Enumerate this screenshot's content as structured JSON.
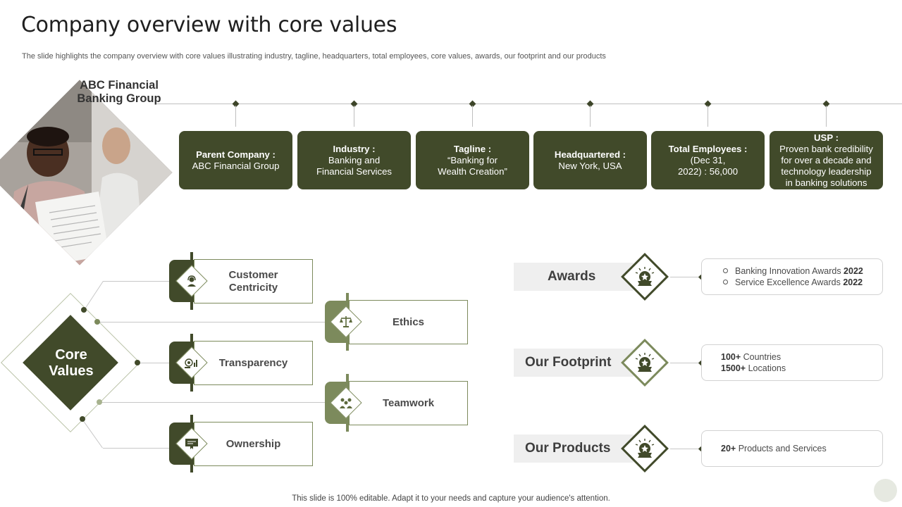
{
  "header": {
    "title": "Company overview with core values",
    "subtitle": "The slide highlights the company overview with core values illustrating industry, tagline, headquarters, total employees, core values, awards, our footprint and our products"
  },
  "company": {
    "name_line1": "ABC Financial",
    "name_line2": "Banking Group"
  },
  "info_boxes": [
    {
      "label": "Parent Company :",
      "lines": [
        "ABC Financial Group"
      ]
    },
    {
      "label": "Industry :",
      "lines": [
        "Banking and",
        "Financial Services"
      ]
    },
    {
      "label": "Tagline :",
      "lines": [
        "“Banking for",
        "Wealth Creation”"
      ]
    },
    {
      "label": "Headquartered :",
      "lines": [
        "New York, USA"
      ]
    },
    {
      "label": "Total Employees :",
      "lines": [
        "(Dec 31,",
        "2022) : 56,000"
      ]
    },
    {
      "label": "USP :",
      "lines": [
        "Proven bank credibility",
        "for over  a decade and",
        "technology leadership",
        "in banking solutions"
      ]
    }
  ],
  "core_values": {
    "line1": "Core",
    "line2": "Values",
    "items": [
      {
        "label_line1": "Customer",
        "label_line2": "Centricity",
        "icon": "headset-user-icon"
      },
      {
        "label_line1": "Ethics",
        "label_line2": "",
        "icon": "scales-icon"
      },
      {
        "label_line1": "Transparency",
        "label_line2": "",
        "icon": "chart-report-icon"
      },
      {
        "label_line1": "Teamwork",
        "label_line2": "",
        "icon": "team-gears-icon"
      },
      {
        "label_line1": "Ownership",
        "label_line2": "",
        "icon": "certificate-icon"
      }
    ]
  },
  "sections": [
    {
      "label": "Awards",
      "icon": "award-medal-icon",
      "items": [
        {
          "bullet": true,
          "text": "Banking Innovation  Awards ",
          "strong": "2022"
        },
        {
          "bullet": true,
          "text": "Service Excellence Awards ",
          "strong": "2022"
        }
      ]
    },
    {
      "label": "Our Footprint",
      "icon": "award-medal-icon",
      "items": [
        {
          "strong_first": "100+",
          "text": " Countries"
        },
        {
          "strong_first": "1500+",
          "text": " Locations"
        }
      ]
    },
    {
      "label": "Our Products",
      "icon": "award-medal-icon",
      "items": [
        {
          "strong_first": "20+",
          "text": " Products and Services"
        }
      ]
    }
  ],
  "footer": {
    "text": "This slide is 100% editable. Adapt it to your needs and capture your audience's attention."
  },
  "colors": {
    "dark_olive": "#414a2a",
    "light_olive": "#7c8a5c",
    "pale_olive": "#b9c2a6"
  }
}
